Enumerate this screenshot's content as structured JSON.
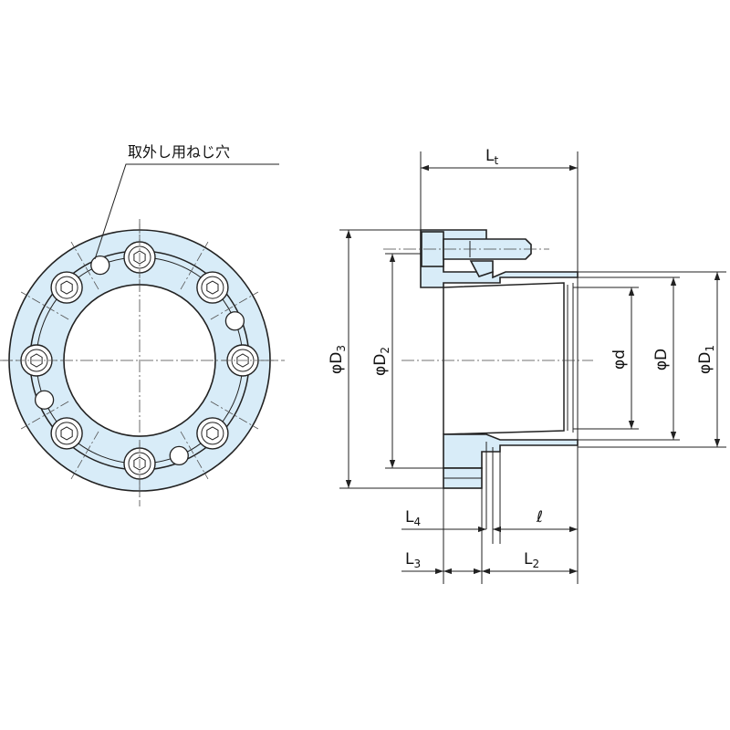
{
  "annotation": {
    "removal_hole_label": "取外し用ねじ穴"
  },
  "dimensions": {
    "Lt": {
      "main": "L",
      "sub": "t"
    },
    "L4": {
      "main": "L",
      "sub": "4"
    },
    "L3": {
      "main": "L",
      "sub": "3"
    },
    "L2": {
      "main": "L",
      "sub": "2"
    },
    "ell": {
      "main": "ℓ",
      "sub": ""
    },
    "phiD3": {
      "main": "φD",
      "sub": "3"
    },
    "phiD2": {
      "main": "φD",
      "sub": "2"
    },
    "phid": {
      "main": "φd",
      "sub": ""
    },
    "phiD": {
      "main": "φD",
      "sub": ""
    },
    "phiD1": {
      "main": "φD",
      "sub": "1"
    }
  },
  "colors": {
    "part_fill": "#d8ecf8",
    "line": "#222222"
  },
  "front_view": {
    "bolt_count": 8,
    "removal_hole_count": 4
  }
}
